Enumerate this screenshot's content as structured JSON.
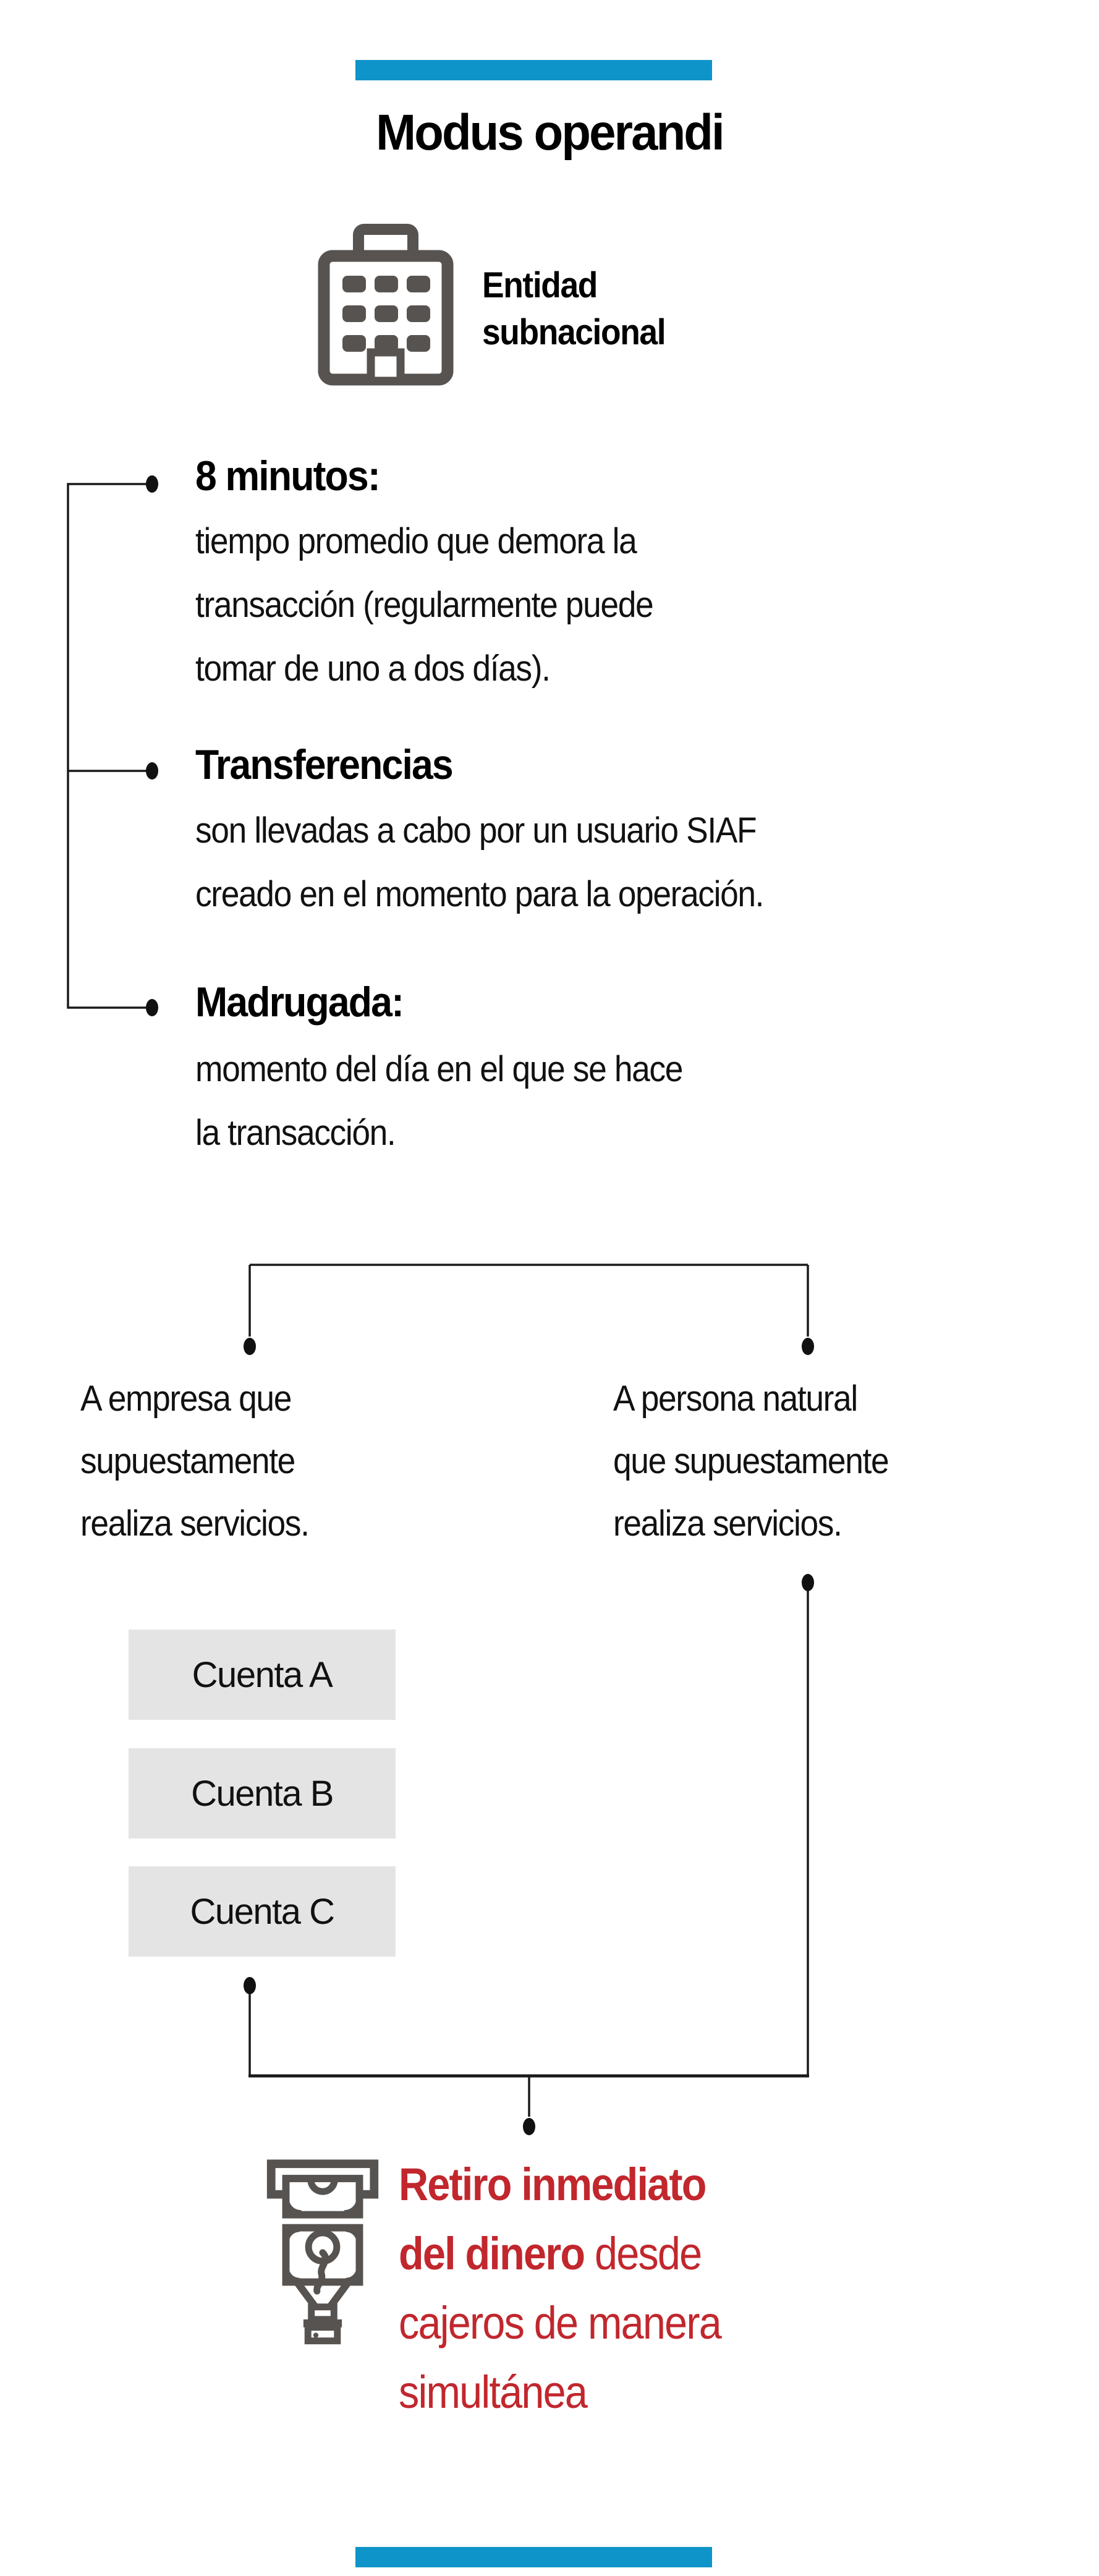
{
  "colors": {
    "accent_teal": "#0e94c8",
    "alert_red": "#c1272d",
    "icon_gray": "#575350",
    "account_box_bg": "#e4e4e4",
    "line_black": "#1a1a1a"
  },
  "header": {
    "title": "Modus operandi"
  },
  "entity": {
    "icon": "building-icon",
    "label": "Entidad\nsubnacional"
  },
  "bullets": [
    {
      "heading": "8 minutos:",
      "body": "tiempo promedio que demora la\ntransacción (regularmente puede\ntomar de uno a dos días)."
    },
    {
      "heading": "Transferencias",
      "body": "son llevadas a cabo por un usuario SIAF\ncreado en el momento para la operación."
    },
    {
      "heading": "Madrugada:",
      "body": "momento del día en el que se hace\nla transacción."
    }
  ],
  "branches": {
    "left": "A empresa que\nsupuestamente\nrealiza servicios.",
    "right": "A persona natural\nque supuestamente\nrealiza servicios."
  },
  "accounts": [
    {
      "label": "Cuenta A"
    },
    {
      "label": "Cuenta B"
    },
    {
      "label": "Cuenta C"
    }
  ],
  "outcome": {
    "icon": "atm-cash-withdrawal-icon",
    "bold": "Retiro inmediato\ndel dinero",
    "regular": " desde\ncajeros de manera\nsimultánea"
  }
}
